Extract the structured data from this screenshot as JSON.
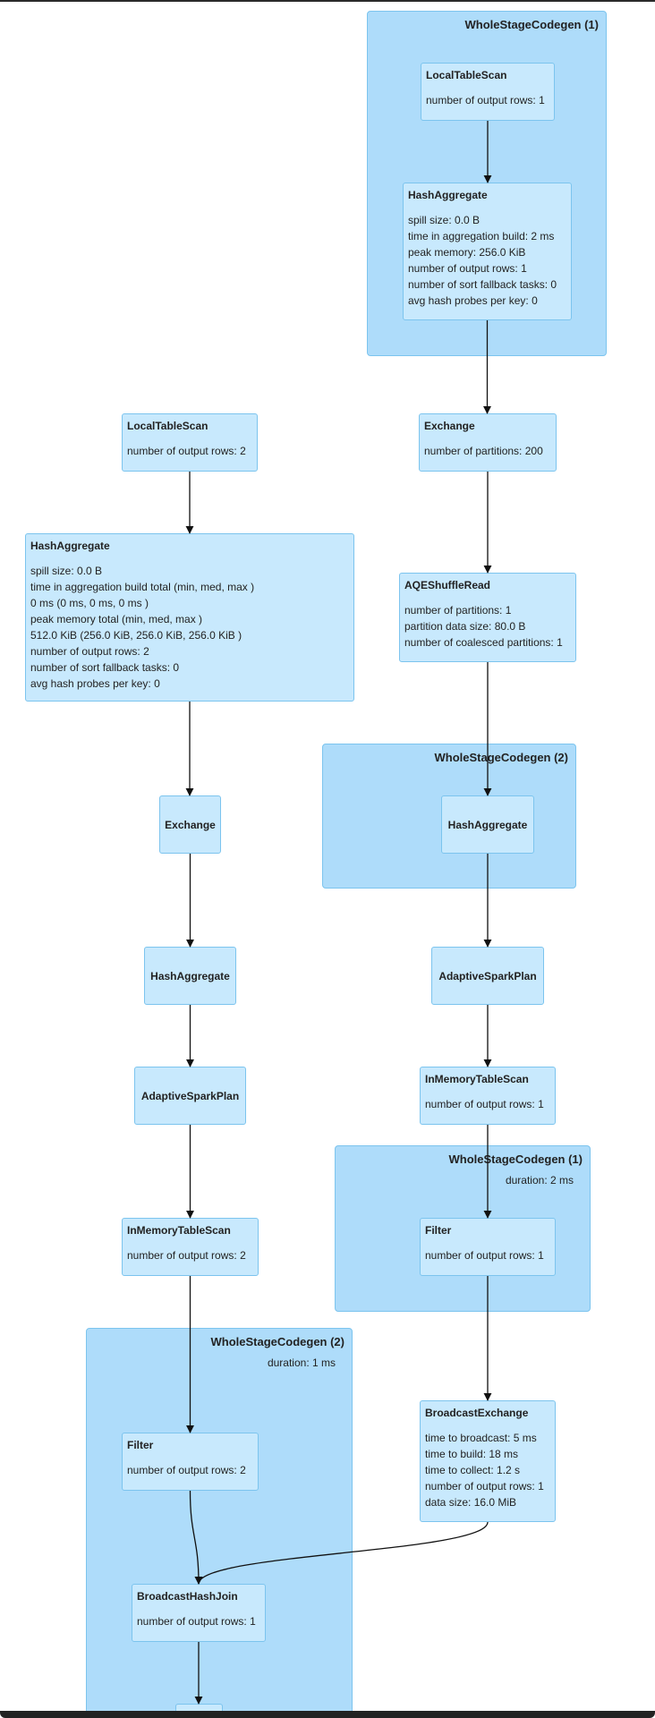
{
  "clusters": [
    {
      "id": "c1",
      "title": "WholeStageCodegen (1)",
      "metric": ""
    },
    {
      "id": "c2",
      "title": "WholeStageCodegen (2)",
      "metric": ""
    },
    {
      "id": "c3",
      "title": "WholeStageCodegen (1)",
      "metric": "duration: 2 ms"
    },
    {
      "id": "c4",
      "title": "WholeStageCodegen (2)",
      "metric": "duration: 1 ms"
    }
  ],
  "nodes": [
    {
      "id": "n1",
      "title": "LocalTableScan",
      "metrics": [
        "number of output rows: 1"
      ]
    },
    {
      "id": "n2",
      "title": "HashAggregate",
      "metrics": [
        "spill size: 0.0 B",
        "time in aggregation build: 2 ms",
        "peak memory: 256.0 KiB",
        "number of output rows: 1",
        "number of sort fallback tasks: 0",
        "avg hash probes per key: 0"
      ]
    },
    {
      "id": "n3",
      "title": "Exchange",
      "metrics": [
        "number of partitions: 200"
      ]
    },
    {
      "id": "n4",
      "title": "AQEShuffleRead",
      "metrics": [
        "number of partitions: 1",
        "partition data size: 80.0 B",
        "number of coalesced partitions: 1"
      ]
    },
    {
      "id": "n5",
      "title": "HashAggregate",
      "metrics": []
    },
    {
      "id": "n6",
      "title": "AdaptiveSparkPlan",
      "metrics": []
    },
    {
      "id": "n7",
      "title": "InMemoryTableScan",
      "metrics": [
        "number of output rows: 1"
      ]
    },
    {
      "id": "n8",
      "title": "Filter",
      "metrics": [
        "number of output rows: 1"
      ]
    },
    {
      "id": "n9",
      "title": "BroadcastExchange",
      "metrics": [
        "time to broadcast: 5 ms",
        "time to build: 18 ms",
        "time to collect: 1.2 s",
        "number of output rows: 1",
        "data size: 16.0 MiB"
      ]
    },
    {
      "id": "m1",
      "title": "LocalTableScan",
      "metrics": [
        "number of output rows: 2"
      ]
    },
    {
      "id": "m2",
      "title": "HashAggregate",
      "metrics": [
        "spill size: 0.0 B",
        "time in aggregation build total (min, med, max )",
        "0 ms (0 ms, 0 ms, 0 ms )",
        "peak memory total (min, med, max )",
        "512.0 KiB (256.0 KiB, 256.0 KiB, 256.0 KiB )",
        "number of output rows: 2",
        "number of sort fallback tasks: 0",
        "avg hash probes per key: 0"
      ]
    },
    {
      "id": "m3",
      "title": "Exchange",
      "metrics": []
    },
    {
      "id": "m4",
      "title": "HashAggregate",
      "metrics": []
    },
    {
      "id": "m5",
      "title": "AdaptiveSparkPlan",
      "metrics": []
    },
    {
      "id": "m6",
      "title": "InMemoryTableScan",
      "metrics": [
        "number of output rows: 2"
      ]
    },
    {
      "id": "m7",
      "title": "Filter",
      "metrics": [
        "number of output rows: 2"
      ]
    },
    {
      "id": "m8",
      "title": "BroadcastHashJoin",
      "metrics": [
        "number of output rows: 1"
      ]
    },
    {
      "id": "m9",
      "title": "",
      "metrics": []
    }
  ],
  "edges": [
    [
      "n1",
      "n2"
    ],
    [
      "n2",
      "n3"
    ],
    [
      "n3",
      "n4"
    ],
    [
      "n4",
      "n5"
    ],
    [
      "n5",
      "n6"
    ],
    [
      "n6",
      "n7"
    ],
    [
      "n7",
      "n8"
    ],
    [
      "n8",
      "n9"
    ],
    [
      "n9",
      "m8"
    ],
    [
      "m1",
      "m2"
    ],
    [
      "m2",
      "m3"
    ],
    [
      "m3",
      "m4"
    ],
    [
      "m4",
      "m5"
    ],
    [
      "m5",
      "m6"
    ],
    [
      "m6",
      "m7"
    ],
    [
      "m7",
      "m8"
    ],
    [
      "m8",
      "m9"
    ]
  ],
  "colors": {
    "cluster_fill": "#aedcfa",
    "node_fill": "#c8e9fd",
    "border": "#7cc4ee",
    "edge": "#111111"
  }
}
